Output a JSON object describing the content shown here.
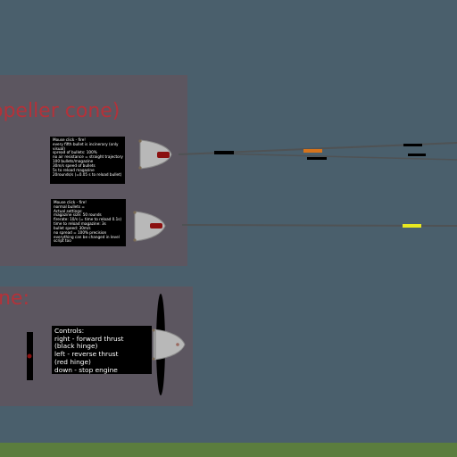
{
  "scene": {
    "background_color": "#4a5f6c",
    "panel_color": "#5c5660",
    "ground_color": "#5b7d3e"
  },
  "section_top": {
    "heading": "opeller cone)",
    "heading_color": "#b3323a",
    "info_boxes": [
      {
        "lines": [
          "Mouse click - fire!",
          "every fifth bullet is incinerary (only",
          "visual)",
          "spread of bullets: 100%",
          "no air resistance = straight trajectory",
          "100 bullets/magazine",
          "30m/s speed of bullets",
          "5s to reload magazine",
          "20rounds/s (=0.05 s to reload bullet)"
        ]
      },
      {
        "lines": [
          "Mouse click - fire!",
          "normal bullets =",
          "Actual settings:",
          "magazine size: 50 rounds",
          "firerate: 10/s (= time to reload 0.1s)",
          "time to reload magazine: 3s",
          "bullet speed: 30m/s",
          "no spread = 100% precision",
          "everything can be changed in level",
          "script too"
        ]
      }
    ]
  },
  "section_bottom": {
    "heading": "ine:",
    "heading_color": "#b3323a",
    "controls": {
      "lines": [
        "Controls:",
        "right - forward thrust",
        "(black hinge)",
        "left - reverse thrust",
        "(red hinge)",
        "down - stop engine"
      ]
    }
  },
  "icons": {
    "gun_1": "propeller-cone-gun-icon",
    "gun_2": "propeller-cone-gun-icon",
    "engine": "propeller-engine-icon",
    "hinge": "hinge-icon",
    "bullet": "bullet-icon"
  },
  "colors": {
    "bullet_black": "#000000",
    "bullet_incendiary": "#d4731c",
    "bullet_tracer": "#e8e820",
    "gun_red": "#8b1010",
    "cone_grey": "#b8b8b8"
  }
}
